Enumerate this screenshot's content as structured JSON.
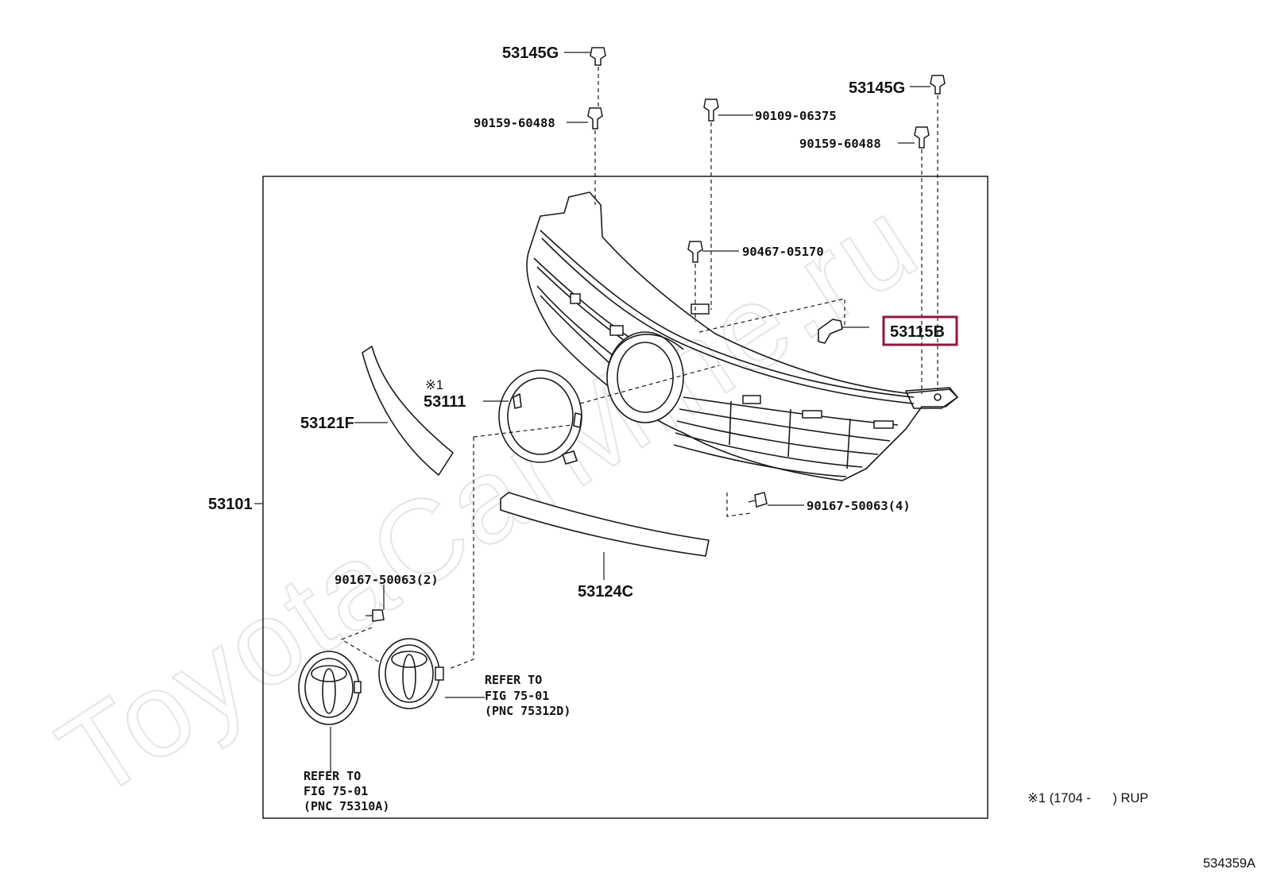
{
  "watermark": "ToyotaCarMine.ru",
  "figure_id": "534359A",
  "footnote": "※1 (1704 -      ) RUP",
  "highlight_color": "#8b1a3a",
  "part_labels": {
    "p53145g_top": "53145G",
    "p53145g_right": "53145G",
    "p90159_left": "90159-60488",
    "p90109": "90109-06375",
    "p90159_right": "90159-60488",
    "p90467": "90467-05170",
    "p53115b": "53115B",
    "mark_1": "※1",
    "p53111": "53111",
    "p53121f": "53121F",
    "p53101": "53101",
    "p90167_4": "90167-50063(4)",
    "p53124c": "53124C",
    "p90167_2": "90167-50063(2)"
  },
  "refer_right": {
    "line1": "REFER TO",
    "line2": "FIG 75-01",
    "line3": "(PNC 75312D)"
  },
  "refer_left": {
    "line1": "REFER TO",
    "line2": "FIG 75-01",
    "line3": "(PNC 75310A)"
  }
}
